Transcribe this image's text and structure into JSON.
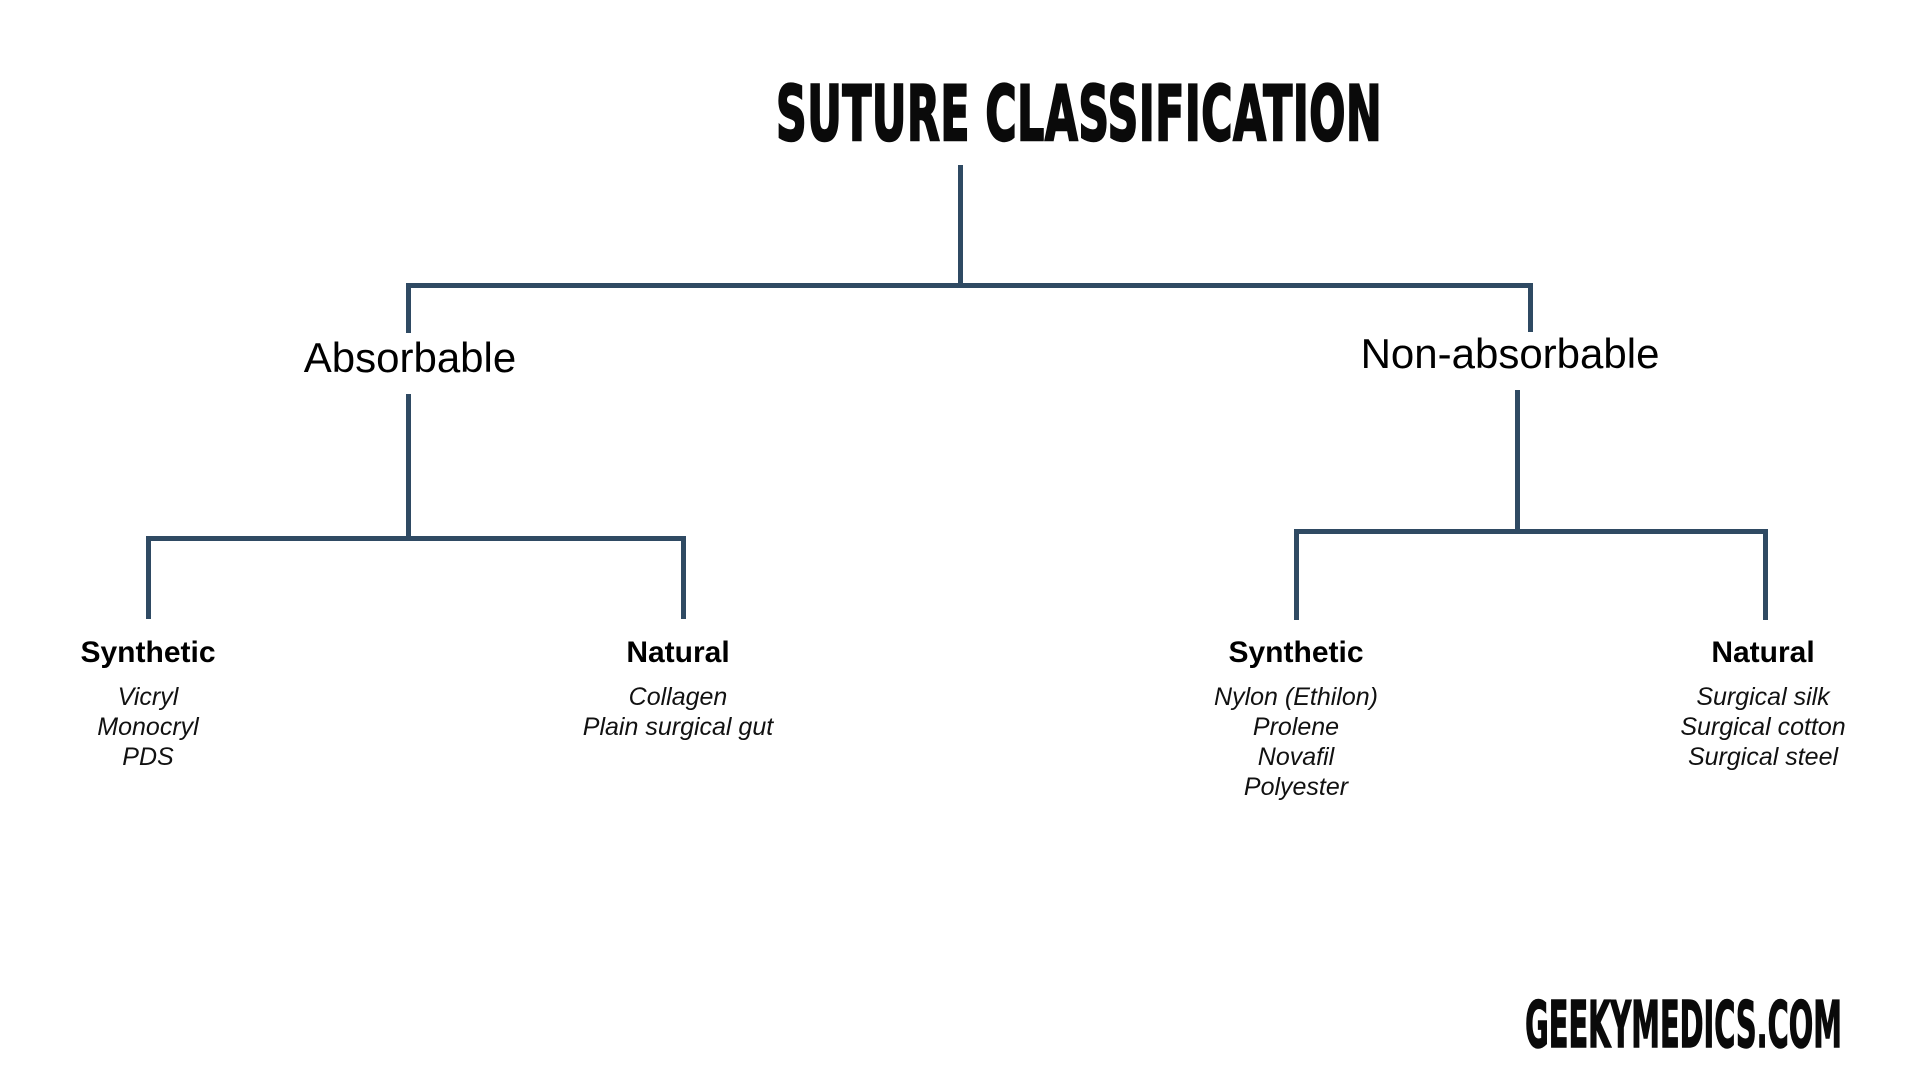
{
  "diagram": {
    "title": "SUTURE CLASSIFICATION",
    "watermark": "GEEKYMEDICS.COM",
    "colors": {
      "connector": "#2F4A63",
      "text": "#000000",
      "background": "#FFFFFF"
    },
    "tree": {
      "branches": [
        {
          "label": "Absorbable",
          "children": [
            {
              "label": "Synthetic",
              "items": [
                "Vicryl",
                "Monocryl",
                "PDS"
              ]
            },
            {
              "label": "Natural",
              "items": [
                "Collagen",
                "Plain surgical gut"
              ]
            }
          ]
        },
        {
          "label": "Non-absorbable",
          "children": [
            {
              "label": "Synthetic",
              "items": [
                "Nylon (Ethilon)",
                "Prolene",
                "Novafil",
                "Polyester"
              ]
            },
            {
              "label": "Natural",
              "items": [
                "Surgical silk",
                "Surgical cotton",
                "Surgical steel"
              ]
            }
          ]
        }
      ]
    }
  }
}
